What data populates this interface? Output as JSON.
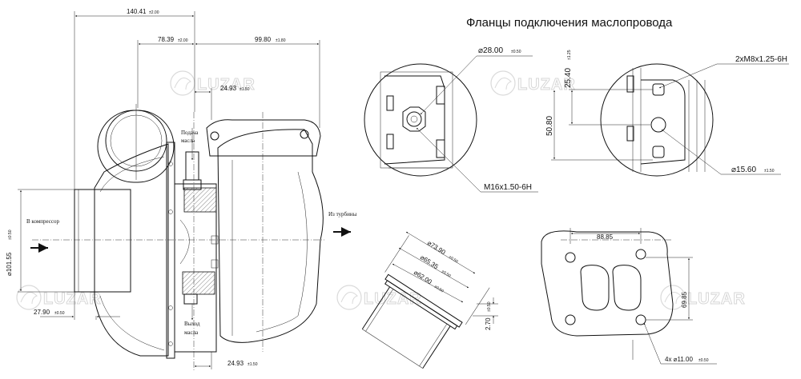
{
  "title": "Фланцы подключения маслопровода",
  "brand": "LUZAR",
  "labels": {
    "oil_in": [
      "Подача",
      "масла"
    ],
    "oil_out": [
      "Выход",
      "масла"
    ],
    "to_compressor": "В компрессор",
    "from_turbine": "Из турбины"
  },
  "callouts": {
    "thread_oil_inlet": "M16x1.50-6H",
    "thread_studs": "2xM8x1.25-6H"
  },
  "dimensions": {
    "overall_length": {
      "value": "140.41",
      "tol": "±2.00"
    },
    "compressor_to_center": {
      "value": "78.39",
      "tol": "±2.00"
    },
    "center_to_turbine": {
      "value": "99.80",
      "tol": "±1.80"
    },
    "oil_inlet_offset": {
      "value": "24.93",
      "tol": "±1.50"
    },
    "oil_outlet_offset": {
      "value": "24.93",
      "tol": "±1.50"
    },
    "inlet_diameter": {
      "value": "⌀101.55",
      "tol": "±0.50"
    },
    "inlet_length": {
      "value": "27.90",
      "tol": "±0.50"
    },
    "oil_inlet_diameter": {
      "value": "⌀28.00",
      "tol": "±0.50"
    },
    "oil_outlet_height_a": {
      "value": "25.40",
      "tol": "±1.25"
    },
    "oil_outlet_height_b": {
      "value": "50.80",
      "tol": ""
    },
    "oil_outlet_diameter": {
      "value": "⌀15.60",
      "tol": "±1.50"
    },
    "outlet_flange_d1": {
      "value": "⌀73.90",
      "tol": "±0.50"
    },
    "outlet_flange_d2": {
      "value": "⌀65.35",
      "tol": "±0.50"
    },
    "outlet_flange_d3": {
      "value": "⌀62.00",
      "tol": "±0.50"
    },
    "outlet_flange_lip": {
      "value": "2.70",
      "tol": "±0.50"
    },
    "turbine_flange_width": {
      "value": "88.85",
      "tol": ""
    },
    "turbine_flange_height": {
      "value": "69.85",
      "tol": ""
    },
    "turbine_flange_holes": {
      "value": "4x ⌀11.00",
      "tol": "±0.50"
    }
  }
}
